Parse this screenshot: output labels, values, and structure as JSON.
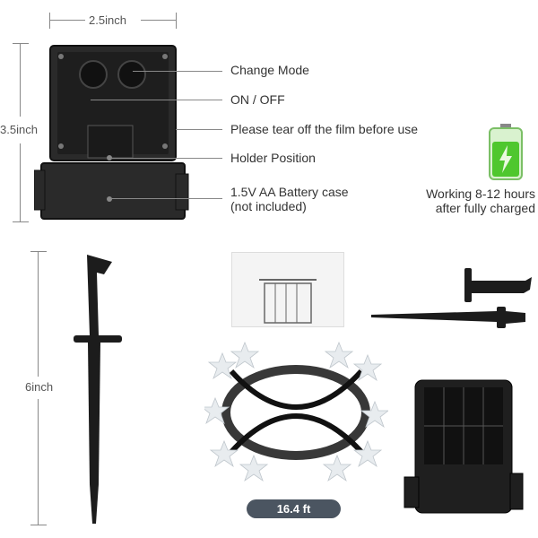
{
  "dimensions": {
    "width_label": "2.5inch",
    "height_label": "3.5inch",
    "stake_label": "6inch"
  },
  "callouts": {
    "change_mode": "Change Mode",
    "on_off": "ON / OFF",
    "tear_film": "Please tear off the film before use",
    "holder_position": "Holder Position",
    "battery_line1": "1.5V AA Battery case",
    "battery_line2": "(not included)"
  },
  "working_note": {
    "line1": "Working 8-12 hours",
    "line2": "after fully charged"
  },
  "string_length": "16.4 ft",
  "colors": {
    "battery_green": "#4fc72e",
    "badge_bg": "#4b5561"
  },
  "icons": [
    "battery-charging-icon",
    "mode-button-icon",
    "power-button-icon",
    "solar-panel-icon",
    "ground-stake-icon",
    "star-lights-icon"
  ]
}
